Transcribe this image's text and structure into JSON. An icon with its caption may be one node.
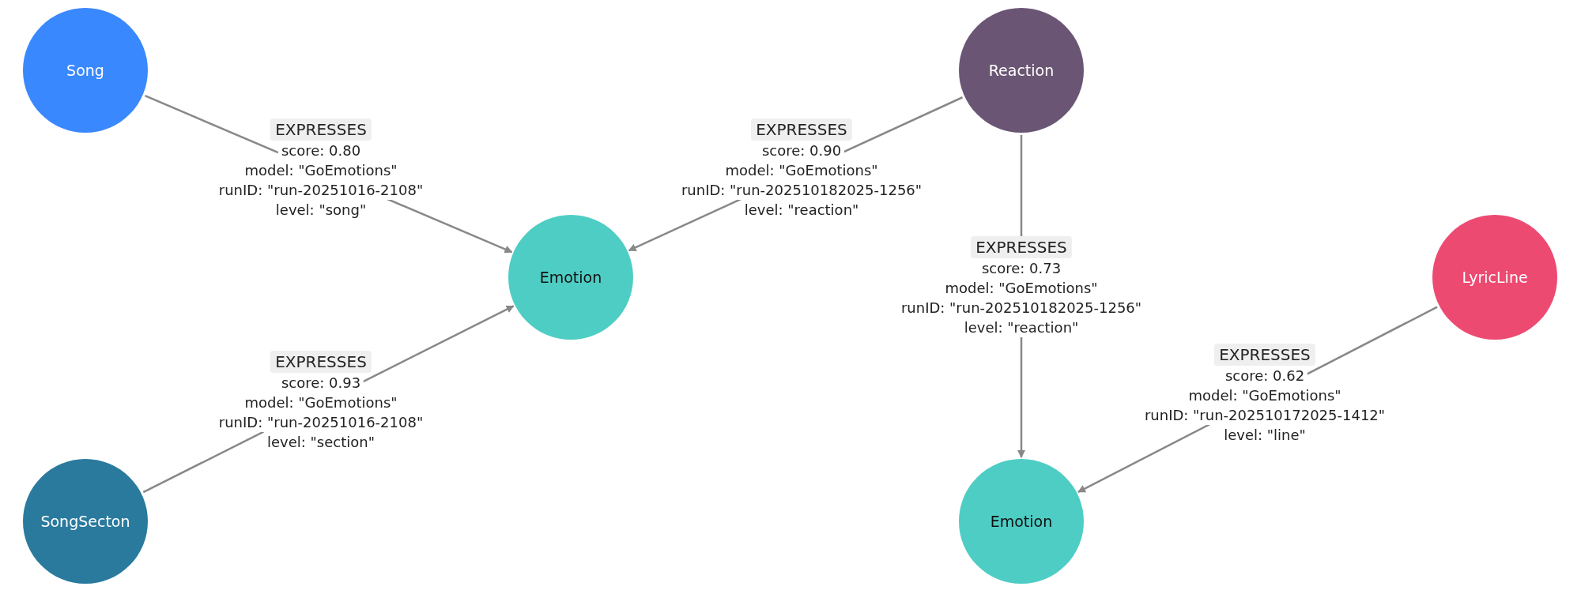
{
  "diagram": {
    "nodes": [
      {
        "text": [
          "Song"
        ]
      },
      {
        "text": [
          "Emotion"
        ]
      },
      {
        "text": [
          "SongSecton"
        ]
      },
      {
        "text": [
          "Reaction"
        ]
      },
      {
        "text": [
          "LyricLine"
        ]
      },
      {
        "text": [
          "Emotion"
        ]
      }
    ],
    "edges": [
      {
        "from": 0,
        "to": 1,
        "arrow": "to",
        "label": "EXPRESSES"
      },
      {
        "from": 2,
        "to": 1,
        "arrow": "to",
        "label": "EXPRESSES"
      },
      {
        "from": 3,
        "to": 1,
        "arrow": "to",
        "label": "EXPRESSES"
      },
      {
        "from": 3,
        "to": 5,
        "arrow": "to",
        "label": "EXPRESSES"
      },
      {
        "from": 4,
        "to": 5,
        "arrow": "to",
        "label": "EXPRESSES"
      }
    ],
    "labels": [
      "score: 0.80",
      "model: \"GoEmotions\"",
      "runID: \"run-20251016-2108\"",
      "level: \"song\"",
      "score: 0.93",
      "model: \"GoEmotions\"",
      "runID: \"run-20251016-2108\"",
      "level: \"section\"",
      "score: 0.90",
      "model: \"GoEmotions\"",
      "runID: \"run-202510182025-1256\"",
      "level: \"reaction\"",
      "score: 0.73",
      "model: \"GoEmotions\"",
      "runID: \"run-202510182025-1256\"",
      "level: \"reaction\"",
      "score: 0.62",
      "model: \"GoEmotions\"",
      "runID: \"run-202510172025-1412\"",
      "level: \"line\""
    ]
  }
}
